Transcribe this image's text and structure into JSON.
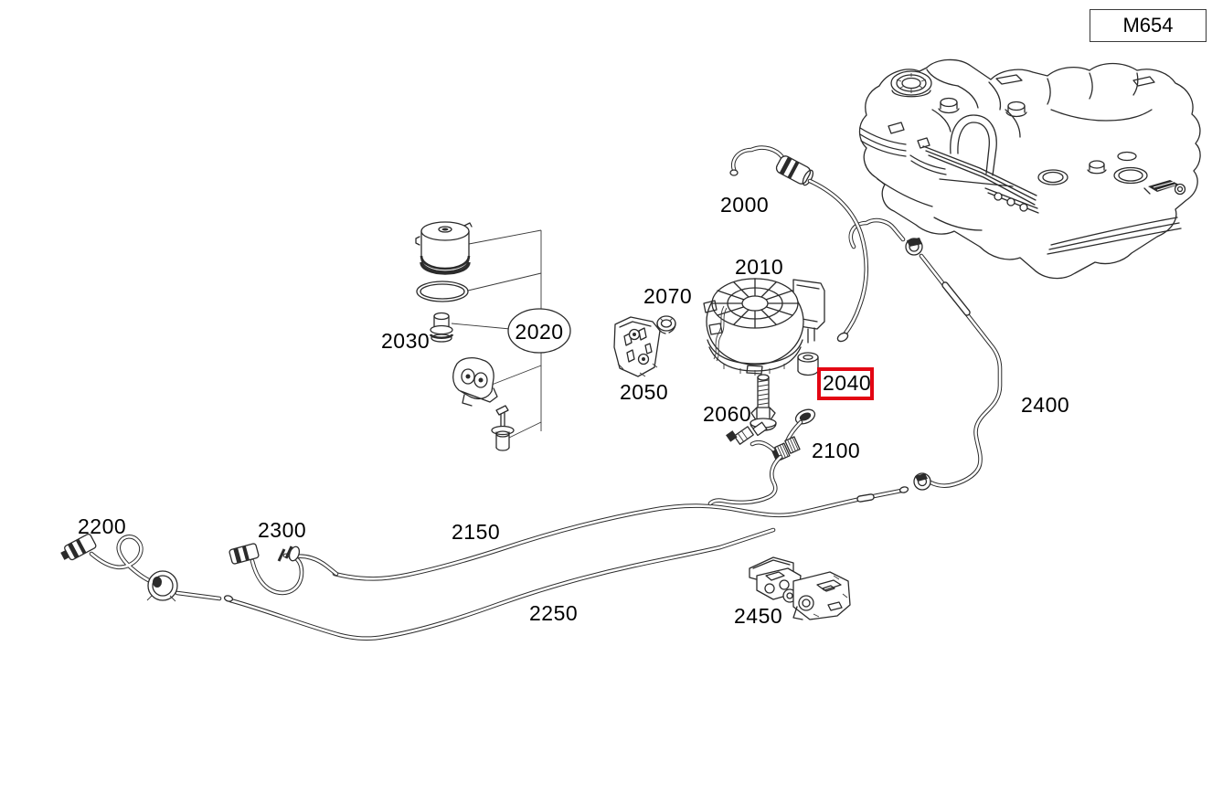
{
  "meta": {
    "diagram_code": "M654"
  },
  "callouts": {
    "c2000": "2000",
    "c2010": "2010",
    "c2020": "2020",
    "c2030": "2030",
    "c2040": "2040",
    "c2050": "2050",
    "c2060": "2060",
    "c2070": "2070",
    "c2100": "2100",
    "c2150": "2150",
    "c2200": "2200",
    "c2250": "2250",
    "c2300": "2300",
    "c2400": "2400",
    "c2450": "2450"
  },
  "highlight": {
    "selected_part": "2040",
    "color": "#e30613"
  },
  "colors": {
    "line": "#2b2b2b",
    "background": "#ffffff",
    "label_text": "#000000"
  }
}
